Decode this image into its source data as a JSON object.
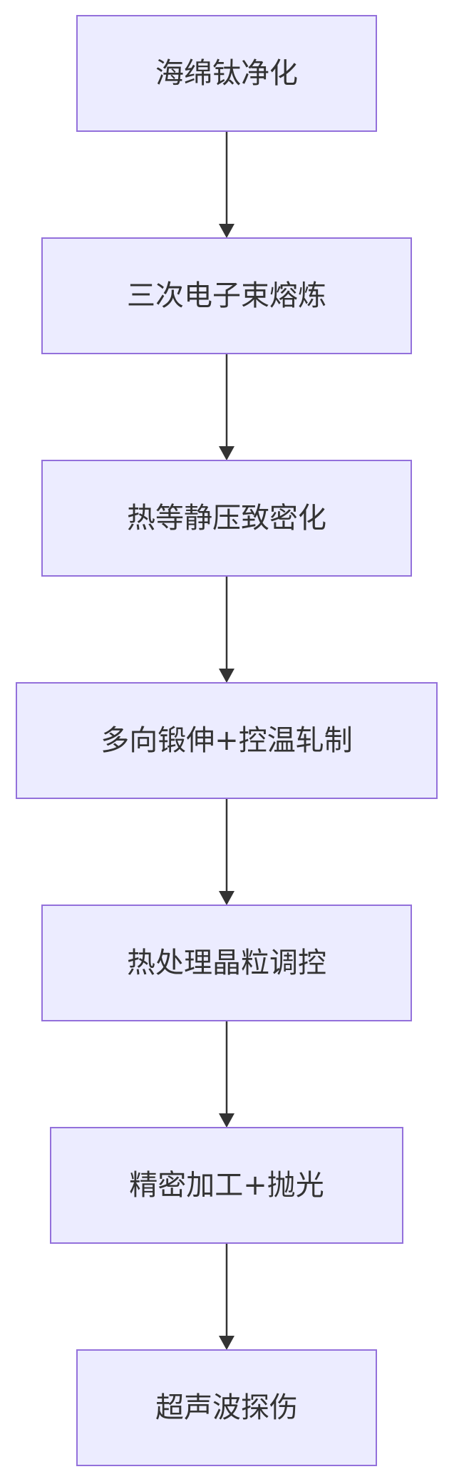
{
  "diagram": {
    "type": "flowchart",
    "direction": "top-to-bottom",
    "colors": {
      "node_fill": "#ececff",
      "node_border": "#9370db",
      "edge": "#333333",
      "text": "#333333"
    },
    "nodes": [
      {
        "id": "n1",
        "label": "海绵钛净化"
      },
      {
        "id": "n2",
        "label": "三次电子束熔炼"
      },
      {
        "id": "n3",
        "label": "热等静压致密化"
      },
      {
        "id": "n4",
        "label": "多向锻伸+控温轧制"
      },
      {
        "id": "n5",
        "label": "热处理晶粒调控"
      },
      {
        "id": "n6",
        "label": "精密加工+抛光"
      },
      {
        "id": "n7",
        "label": "超声波探伤"
      }
    ],
    "edges": [
      {
        "from": "n1",
        "to": "n2"
      },
      {
        "from": "n2",
        "to": "n3"
      },
      {
        "from": "n3",
        "to": "n4"
      },
      {
        "from": "n4",
        "to": "n5"
      },
      {
        "from": "n5",
        "to": "n6"
      },
      {
        "from": "n6",
        "to": "n7"
      }
    ]
  }
}
